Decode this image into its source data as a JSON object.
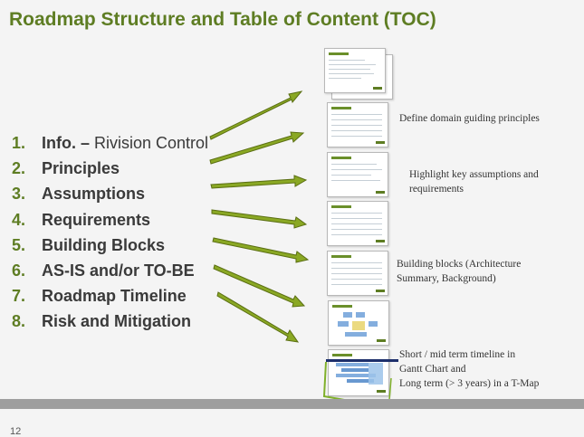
{
  "title": "Roadmap Structure and Table of Content (TOC)",
  "toc": [
    {
      "num": "1.",
      "label": "Info. –",
      "sub": " Rivision Control"
    },
    {
      "num": "2.",
      "label": "Principles",
      "sub": ""
    },
    {
      "num": "3.",
      "label": "Assumptions",
      "sub": ""
    },
    {
      "num": "4.",
      "label": "Requirements",
      "sub": ""
    },
    {
      "num": "5.",
      "label": "Building Blocks",
      "sub": ""
    },
    {
      "num": "6.",
      "label": "AS-IS and/or TO-BE",
      "sub": ""
    },
    {
      "num": "7.",
      "label": "Roadmap Timeline",
      "sub": ""
    },
    {
      "num": "8.",
      "label": "Risk and Mitigation",
      "sub": ""
    }
  ],
  "notes": {
    "n1": "Define domain guiding principles",
    "n2a": "Highlight key assumptions and",
    "n2b": "requirements",
    "n3a": "Building blocks (Architecture",
    "n3b": "Summary, Background)",
    "n4a": "Short / mid term timeline in",
    "n4b": "Gantt Chart and",
    "n4c": "Long term (> 3 years) in a T-Map"
  },
  "page_number": "12",
  "colors": {
    "title": "#5e7d23",
    "arrow_fill": "#8aa824",
    "arrow_stroke": "#5a6e12",
    "footer_bar": "#9e9e9e"
  }
}
